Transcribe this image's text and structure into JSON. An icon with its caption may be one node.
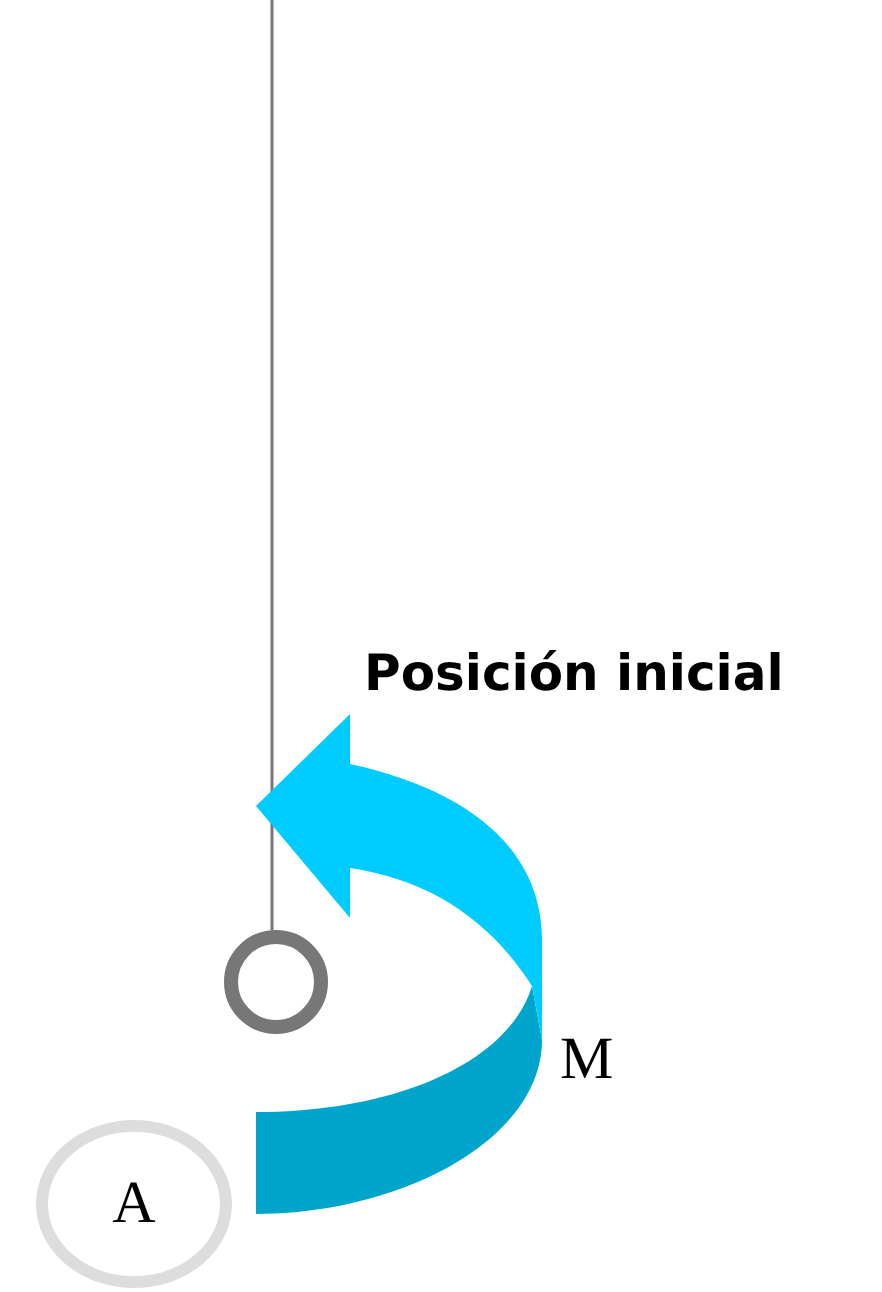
{
  "diagram": {
    "nodes": [
      {
        "text": [],
        "shape": "circle"
      },
      {
        "text": [
          "A"
        ]
      }
    ],
    "labels": [
      "Posición inicial",
      "M"
    ]
  }
}
